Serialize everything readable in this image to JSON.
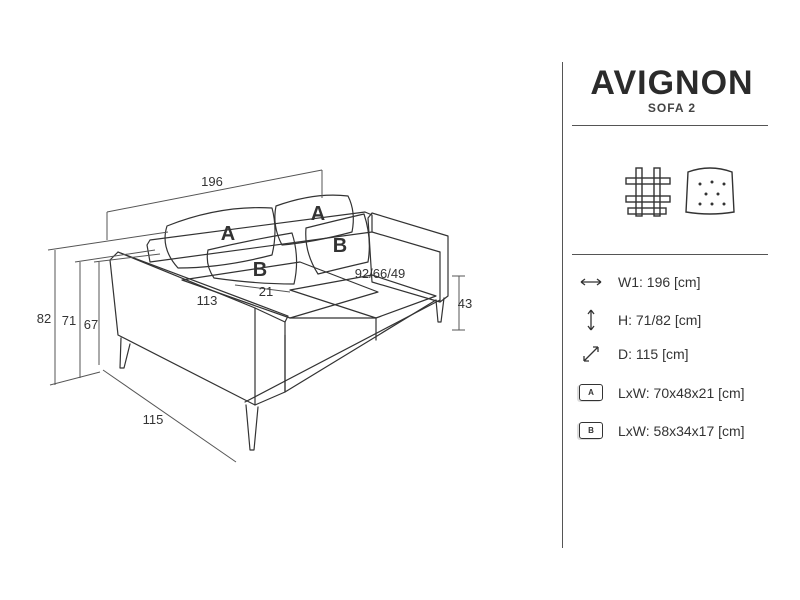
{
  "product": {
    "name": "AVIGNON",
    "subtitle": "SOFA 2"
  },
  "dimensions_drawing": {
    "width": "196",
    "height_total": "82",
    "height_back": "71",
    "height_cushion": "67",
    "seat_depth": "113",
    "seat_height": "43",
    "depth": "115",
    "armrest_width": "21",
    "seat_dims": "92/66/49",
    "cushion_labels": {
      "a1": "A",
      "a2": "A",
      "b1": "B",
      "b2": "B"
    }
  },
  "icons": {
    "fabric": "woven-fabric-icon",
    "cushion": "tufted-cushion-icon"
  },
  "specs": [
    {
      "icon": "width-arrow-icon",
      "text": "W1: 196 [cm]"
    },
    {
      "icon": "height-arrow-icon",
      "text": "H: 71/82 [cm]"
    },
    {
      "icon": "depth-arrow-icon",
      "text": "D: 115 [cm]"
    },
    {
      "icon": "cushion-a-tag",
      "tag": "A",
      "text": "LxW: 70x48x21 [cm]"
    },
    {
      "icon": "cushion-b-tag",
      "tag": "B",
      "text": "LxW: 58x34x17 [cm]"
    }
  ]
}
